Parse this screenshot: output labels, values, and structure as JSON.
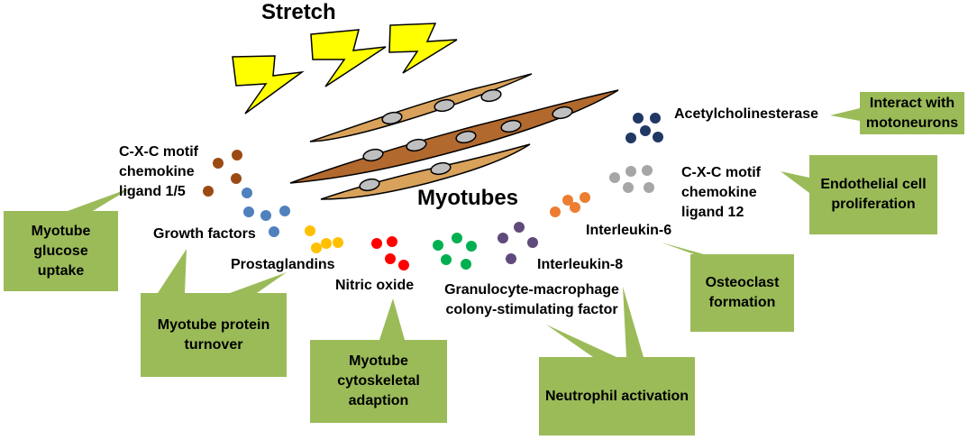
{
  "diagram": {
    "stretch_label": "Stretch",
    "myotubes_label": "Myotubes",
    "molecules": {
      "cxcl15": "C-X-C motif chemokine ligand 1/5",
      "growth_factors": "Growth factors",
      "prostaglandins": "Prostaglandins",
      "nitric_oxide": "Nitric oxide",
      "gmcsf": "Granulocyte-macrophage colony-stimulating factor",
      "il8": "Interleukin-8",
      "il6": "Interleukin-6",
      "cxcl12": "C-X-C motif chemokine ligand 12",
      "ache": "Acetylcholinesterase"
    },
    "effects": {
      "glucose_uptake": "Myotube glucose uptake",
      "protein_turnover": "Myotube protein turnover",
      "cytoskeletal": "Myotube cytoskeletal adaption",
      "neutrophil": "Neutrophil activation",
      "osteoclast": "Osteoclast formation",
      "endothelial": "Endothelial cell proliferation",
      "motoneurons": "Interact with motoneurons"
    },
    "colors": {
      "effect_box": "#9BBB59",
      "myotube_light": "#D9A25B",
      "myotube_dark": "#B2692D",
      "nucleus": "#BFBFBF",
      "lightning": "#FFFF00",
      "dot_cxcl15": "#9C4A14",
      "dot_growth": "#4F81BD",
      "dot_prostaglandins": "#FFC000",
      "dot_nitric_oxide": "#FF0000",
      "dot_gmcsf": "#00B050",
      "dot_il8": "#604A7B",
      "dot_il6": "#ED7D31",
      "dot_cxcl12": "#A6A6A6",
      "dot_ache": "#1F3864"
    }
  }
}
